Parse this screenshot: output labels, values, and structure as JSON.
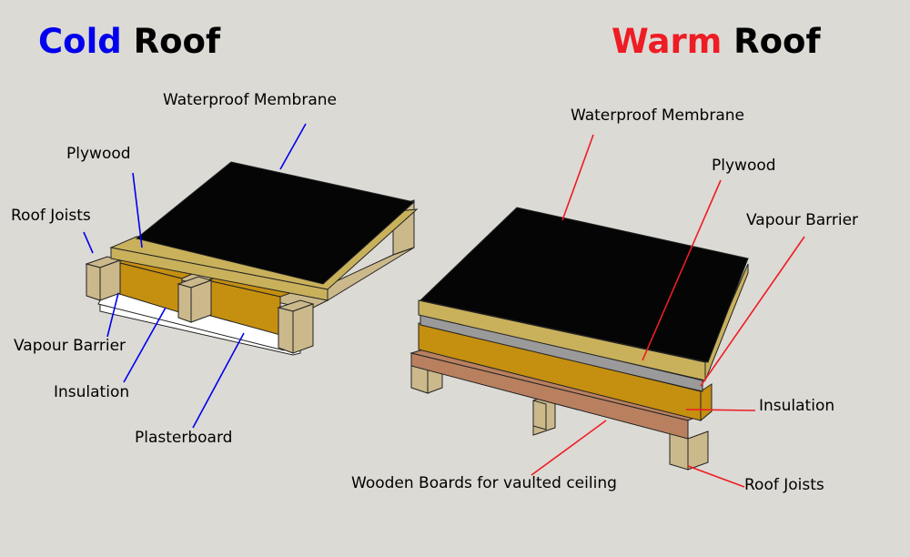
{
  "colors": {
    "background": "#dcdad5",
    "cold_accent": "#0000ee",
    "warm_accent": "#ee1c24",
    "membrane": "#050505",
    "plywood": "#c9b15c",
    "timber": "#cbb98c",
    "insulation": "#c58f10",
    "plasterboard": "#ffffff",
    "vapour_barrier": "#9a9a9a",
    "wood_boards": "#b98060"
  },
  "cold": {
    "title_word": "Cold",
    "title_rest": " Roof",
    "labels": {
      "membrane": "Waterproof Membrane",
      "plywood": "Plywood",
      "joists": "Roof Joists",
      "vapour": "Vapour Barrier",
      "insulation": "Insulation",
      "plasterboard": "Plasterboard"
    }
  },
  "warm": {
    "title_word": "Warm",
    "title_rest": " Roof",
    "labels": {
      "membrane": "Waterproof Membrane",
      "plywood": "Plywood",
      "vapour": "Vapour Barrier",
      "insulation": "Insulation",
      "boards": "Wooden Boards for vaulted ceiling",
      "joists": "Roof Joists"
    }
  }
}
